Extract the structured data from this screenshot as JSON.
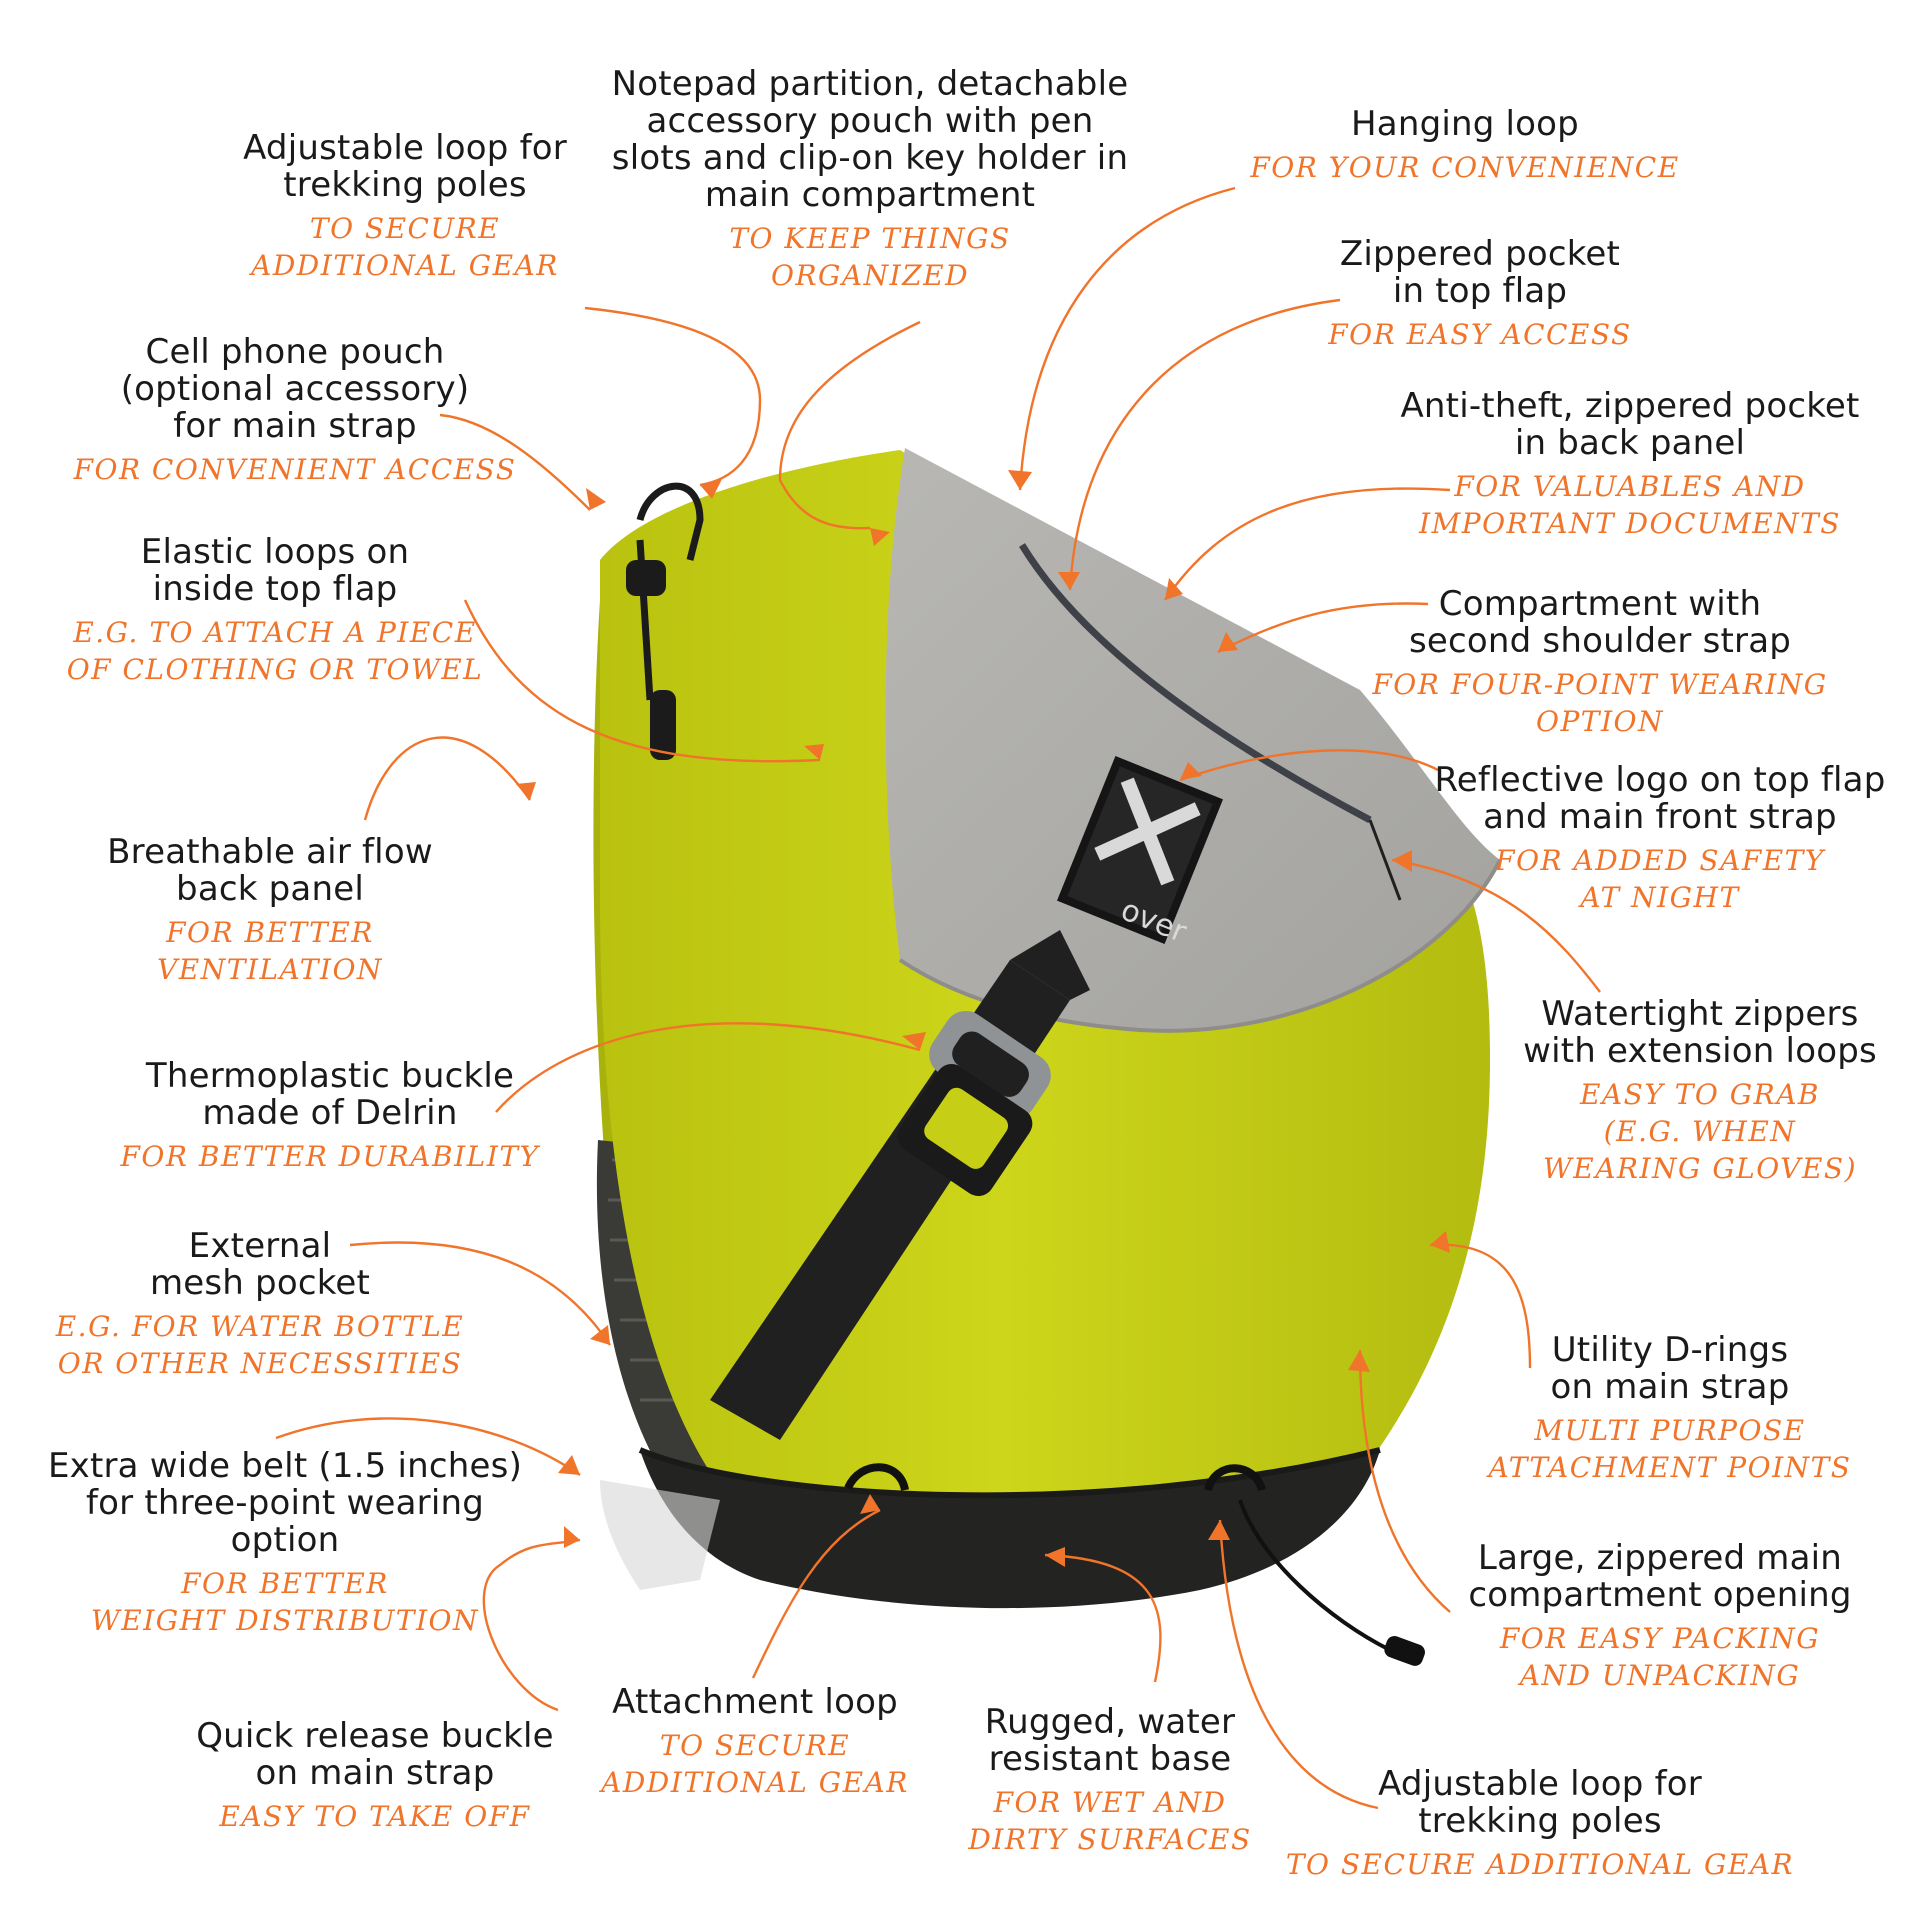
{
  "brand": {
    "logo_text": "X over"
  },
  "colors": {
    "body": "#c6cf16",
    "flap": "#aaa9a5",
    "base": "#232322",
    "strap": "#202020",
    "accent": "#f0742a",
    "text": "#1a1a1a"
  },
  "callouts": [
    {
      "title": "Adjustable loop for\ntrekking poles",
      "sub": "to secure\nadditional gear"
    },
    {
      "title": "Notepad partition, detachable\naccessory pouch with pen\nslots and clip-on key holder in\nmain compartment",
      "sub": "to keep things\norganized"
    },
    {
      "title": "Hanging loop",
      "sub": "for your convenience"
    },
    {
      "title": "Zippered pocket\nin top flap",
      "sub": "for easy access"
    },
    {
      "title": "Cell phone pouch\n(optional accessory)\nfor main strap",
      "sub": "for convenient access"
    },
    {
      "title": "Anti-theft, zippered pocket\nin back panel",
      "sub": "for valuables and\nimportant documents"
    },
    {
      "title": "Elastic loops on\ninside top flap",
      "sub": "e.g. to attach a piece\nof clothing or towel"
    },
    {
      "title": "Compartment with\nsecond shoulder strap",
      "sub": "for four-point wearing option"
    },
    {
      "title": "Reflective logo on top flap\nand main front strap",
      "sub": "for added safety\nat night"
    },
    {
      "title": "Breathable air flow\nback panel",
      "sub": "for better ventilation"
    },
    {
      "title": "Watertight zippers\nwith extension loops",
      "sub": "easy to grab\n(e.g. when\nwearing gloves)"
    },
    {
      "title": "Thermoplastic buckle\nmade of Delrin",
      "sub": "for better durability"
    },
    {
      "title": "External\nmesh pocket",
      "sub": "e.g. for water bottle\nor other necessities"
    },
    {
      "title": "Utility D-rings\non main strap",
      "sub": "multi purpose\nattachment points"
    },
    {
      "title": "Extra wide belt (1.5 inches)\nfor three-point wearing option",
      "sub": "for better\nweight distribution"
    },
    {
      "title": "Large, zippered main\ncompartment opening",
      "sub": "for easy packing\nand unpacking"
    },
    {
      "title": "Quick release buckle\non main strap",
      "sub": "easy to take off"
    },
    {
      "title": "Attachment loop",
      "sub": "to secure\nadditional gear"
    },
    {
      "title": "Rugged, water\nresistant base",
      "sub": "for wet and\ndirty surfaces"
    },
    {
      "title": "Adjustable loop for\ntrekking poles",
      "sub": "to secure additional gear"
    }
  ]
}
